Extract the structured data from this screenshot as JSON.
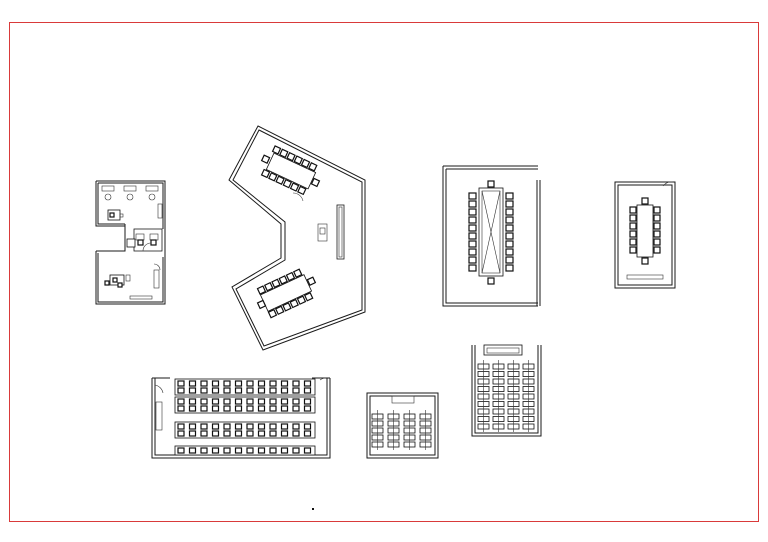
{
  "drawing": {
    "frame_color": "#d93a3a",
    "line_color": "#1a1a1a",
    "background": "#ffffff",
    "plans": [
      {
        "name": "office-suite-plan"
      },
      {
        "name": "angled-meeting-hall-plan"
      },
      {
        "name": "boardroom-plan"
      },
      {
        "name": "small-meeting-room-plan"
      },
      {
        "name": "classroom-plan"
      },
      {
        "name": "small-lecture-room-plan"
      },
      {
        "name": "tall-lecture-room-plan"
      }
    ]
  }
}
